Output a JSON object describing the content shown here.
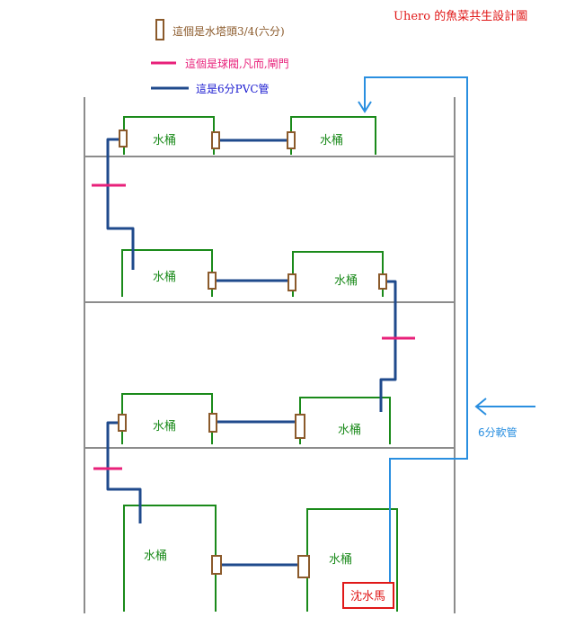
{
  "title": "Uhero 的魚菜共生設計圖",
  "legend": {
    "connector_label": "這個是水塔頭3/4(六分)",
    "valve_label": "這個是球閥,凡而,閘門",
    "pipe_label": "這是6分PVC管"
  },
  "bucket_label": "水桶",
  "hose_label": "6分軟管",
  "pump_label": "沈水馬",
  "colors": {
    "connector": "#8b5a2b",
    "valve": "#e8207a",
    "pipe": "#1f4a8c",
    "bucket": "#1a8a1a",
    "hose": "#2a8fe0",
    "pump_box": "#e01818",
    "frame": "#8c8c8c",
    "title": "#e01818"
  }
}
